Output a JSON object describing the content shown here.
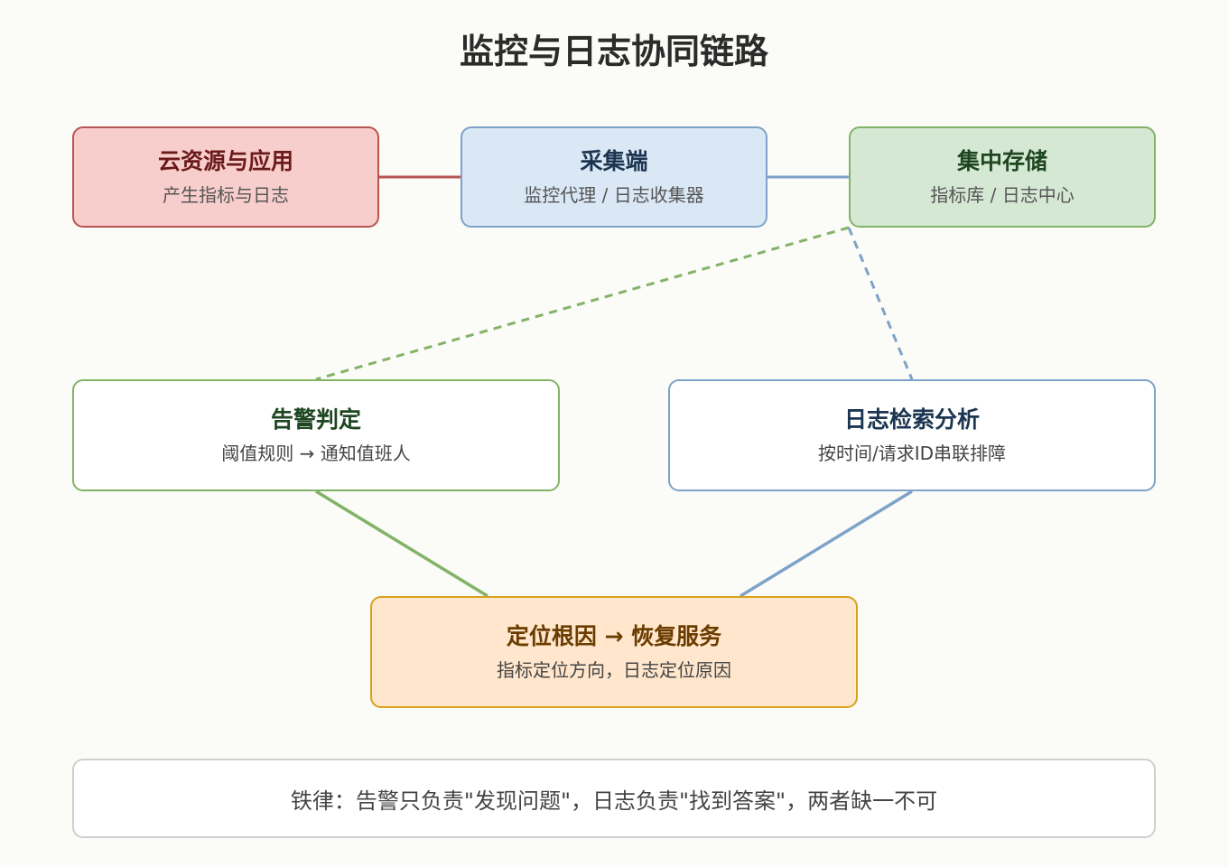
{
  "title": "监控与日志协同链路",
  "colors": {
    "red_stroke": "#b85450",
    "blue_stroke": "#7ea2c8",
    "green_stroke": "#82b366",
    "orange_stroke": "#d6a21b"
  },
  "nodes": {
    "cloud": {
      "title": "云资源与应用",
      "subtitle": "产生指标与日志"
    },
    "collect": {
      "title": "采集端",
      "subtitle": "监控代理 / 日志收集器"
    },
    "store": {
      "title": "集中存储",
      "subtitle": "指标库 / 日志中心"
    },
    "alert": {
      "title": "告警判定",
      "subtitle": "阈值规则 → 通知值班人"
    },
    "log": {
      "title": "日志检索分析",
      "subtitle": "按时间/请求ID串联排障"
    },
    "root": {
      "title": "定位根因 → 恢复服务",
      "subtitle": "指标定位方向，日志定位原因"
    }
  },
  "edges": [
    {
      "from": "cloud",
      "to": "collect",
      "style": "solid",
      "color": "#b85450"
    },
    {
      "from": "collect",
      "to": "store",
      "style": "solid",
      "color": "#7ea2c8"
    },
    {
      "from": "store",
      "to": "alert",
      "style": "dashed",
      "color": "#82b366"
    },
    {
      "from": "store",
      "to": "log",
      "style": "dashed",
      "color": "#7ea2c8"
    },
    {
      "from": "alert",
      "to": "root",
      "style": "solid",
      "color": "#82b366"
    },
    {
      "from": "log",
      "to": "root",
      "style": "solid",
      "color": "#7ea2c8"
    }
  ],
  "rule": "铁律：告警只负责\"发现问题\"，日志负责\"找到答案\"，两者缺一不可"
}
